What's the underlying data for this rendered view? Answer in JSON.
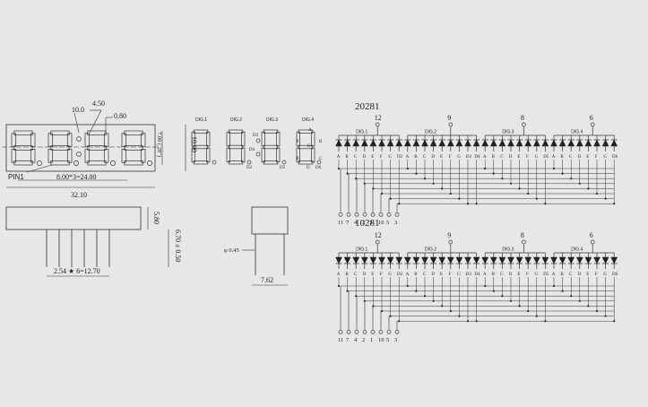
{
  "front_view": {
    "dim_pitch": "10.0",
    "dim_seg": "4.50",
    "dim_dp": "0.80",
    "dim_span": "8.00*3=24.00",
    "dim_width": "32.10",
    "dim_height": "10.00",
    "dim_char": "7.00 (.28\")",
    "pin1": "PIN1"
  },
  "side_view": {
    "dim_body": "5.80",
    "dim_leg": "6.70 ± 0.50",
    "dim_pitch": "2.54 ★ 6=12.70"
  },
  "pin_view": {
    "dim_dia": "φ 0.45",
    "dim_row": "7.62"
  },
  "digit_labels": [
    "DIG.1",
    "DIG.2",
    "DIG.3",
    "DIG.4"
  ],
  "special_segment_labels": [
    "D3",
    "D4",
    "D2",
    "D5",
    "D6",
    "F",
    "A",
    "B",
    "G",
    "E",
    "C",
    "D"
  ],
  "schematics": [
    {
      "title": "20281",
      "type": "anode",
      "common_pins": [
        "12",
        "9",
        "8",
        "6"
      ],
      "digits": [
        "DIG.1",
        "DIG.2",
        "DIG.3",
        "DIG.4"
      ],
      "segments": [
        [
          "A",
          "B",
          "C",
          "D",
          "E",
          "F",
          "G",
          "D2"
        ],
        [
          "A",
          "B",
          "C",
          "D",
          "E",
          "F",
          "G",
          "D3",
          "D4"
        ],
        [
          "A",
          "B",
          "C",
          "D",
          "E",
          "F",
          "G",
          "D5"
        ],
        [
          "A",
          "B",
          "C",
          "D",
          "E",
          "F",
          "G",
          "D6"
        ]
      ],
      "bottom_pins": [
        "11",
        "7",
        "4",
        "2",
        "1",
        "10",
        "5",
        "3"
      ]
    },
    {
      "title": "10281",
      "type": "cathode",
      "common_pins": [
        "12",
        "9",
        "8",
        "6"
      ],
      "digits": [
        "DIG.1",
        "DIG.2",
        "DIG.3",
        "DIG.4"
      ],
      "segments": [
        [
          "A",
          "B",
          "C",
          "D",
          "E",
          "F",
          "G",
          "D2"
        ],
        [
          "A",
          "B",
          "C",
          "D",
          "E",
          "F",
          "G",
          "D3",
          "D4"
        ],
        [
          "A",
          "B",
          "C",
          "D",
          "E",
          "F",
          "G",
          "D5"
        ],
        [
          "A",
          "B",
          "C",
          "D",
          "E",
          "F",
          "G",
          "D6"
        ]
      ],
      "bottom_pins": [
        "11",
        "7",
        "4",
        "2",
        "1",
        "10",
        "5",
        "3"
      ]
    }
  ]
}
